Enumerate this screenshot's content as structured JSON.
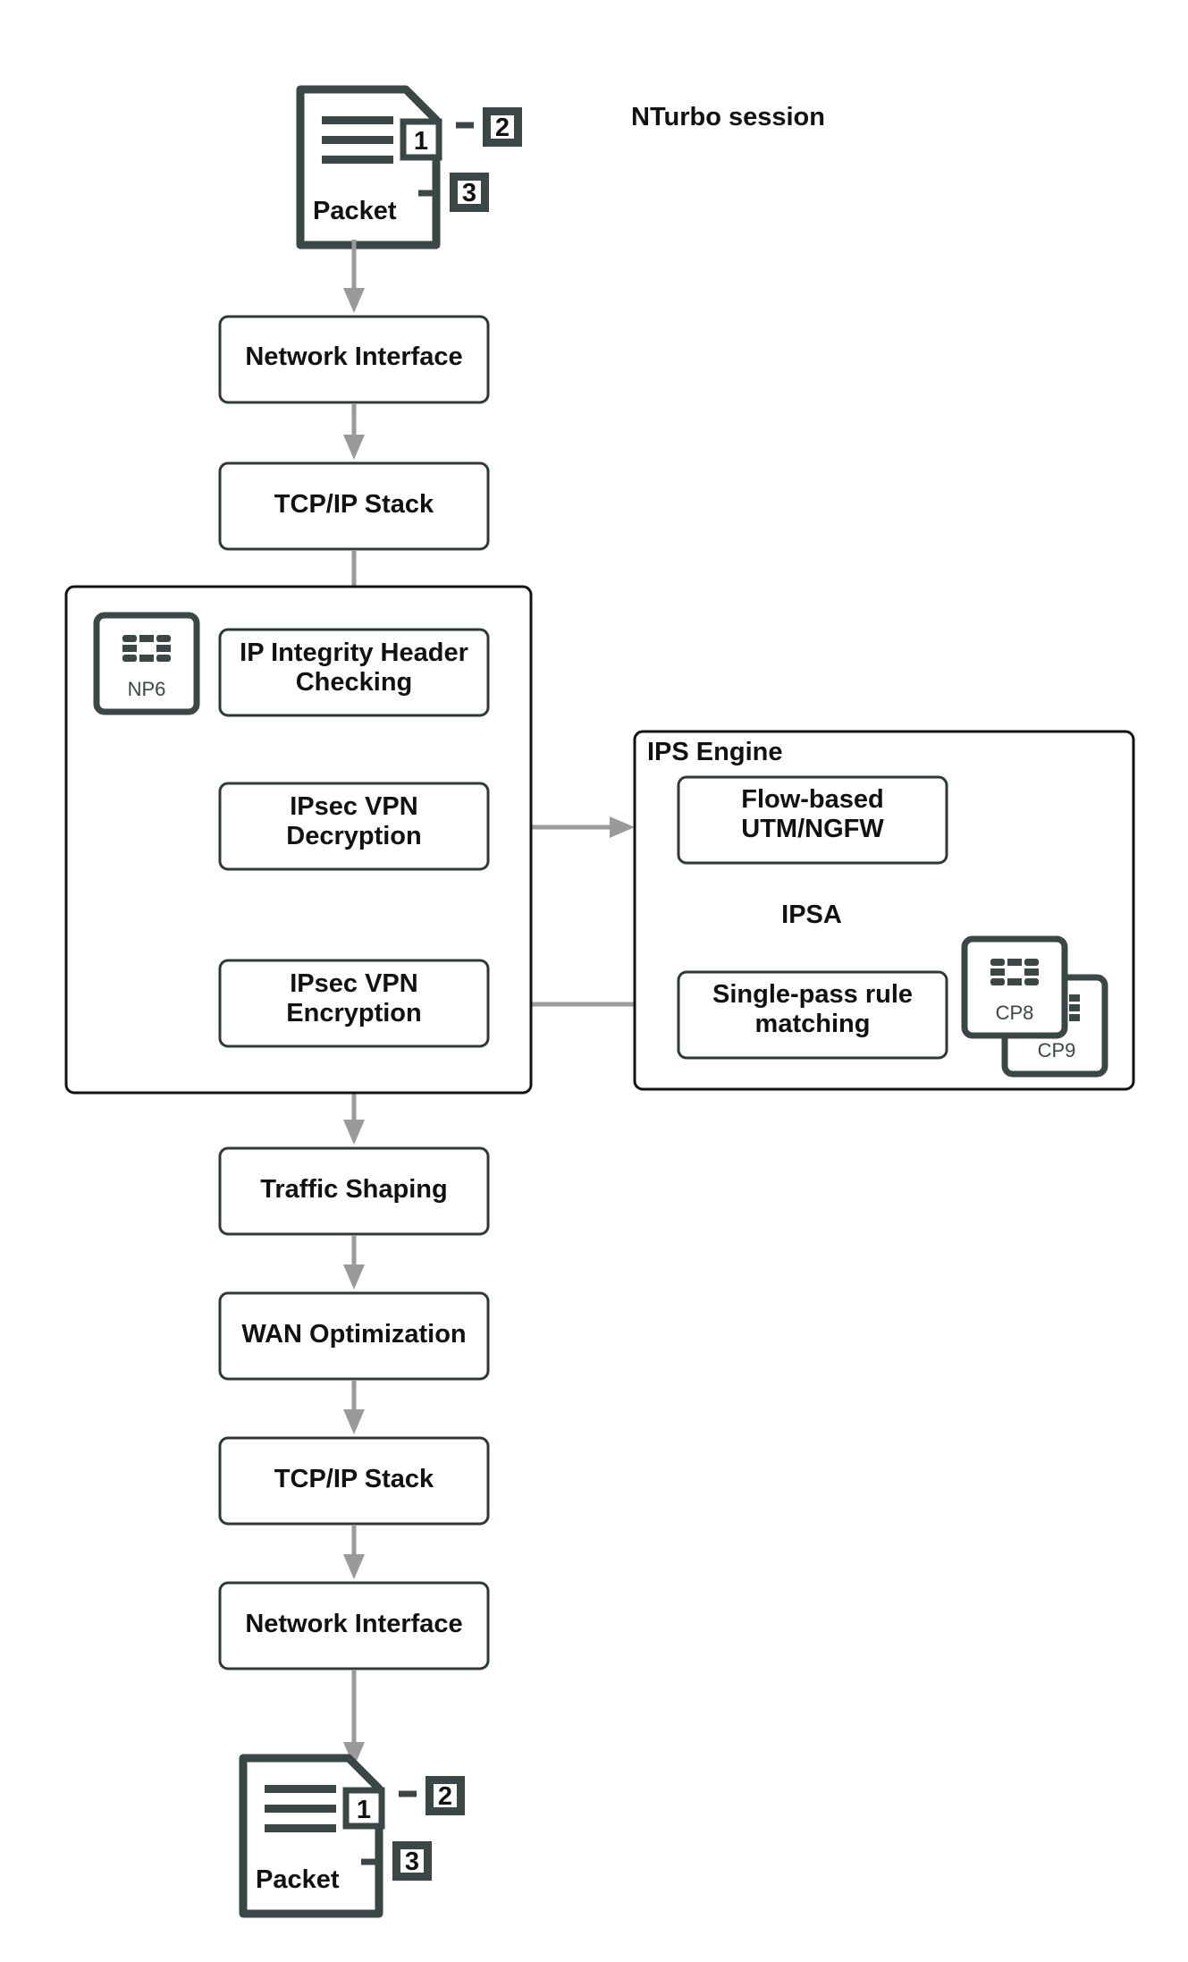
{
  "title": "NTurbo session",
  "packet_top": {
    "label": "Packet",
    "badges": [
      "1",
      "2",
      "3"
    ]
  },
  "packet_bottom": {
    "label": "Packet",
    "badges": [
      "1",
      "2",
      "3"
    ]
  },
  "steps": {
    "network_interface_in": "Network Interface",
    "tcpip_in": "TCP/IP Stack",
    "ip_integrity": [
      "IP Integrity Header",
      "Checking"
    ],
    "ipsec_decrypt": [
      "IPsec VPN",
      "Decryption"
    ],
    "ipsec_encrypt": [
      "IPsec VPN",
      "Encryption"
    ],
    "traffic_shaping": "Traffic Shaping",
    "wan_opt": "WAN Optimization",
    "tcpip_out": "TCP/IP Stack",
    "network_interface_out": "Network Interface"
  },
  "np6": {
    "chip_label": "NP6"
  },
  "ips_engine": {
    "title": "IPS Engine",
    "flow_based": [
      "Flow-based",
      "UTM/NGFW"
    ],
    "ipsa_label": "IPSA",
    "single_pass": [
      "Single-pass rule",
      "matching"
    ],
    "cp8_label": "CP8",
    "cp9_label": "CP9"
  },
  "colors": {
    "icon": "#3a4746",
    "arrow": "#9a9a9a",
    "border": "#2d3a39"
  }
}
